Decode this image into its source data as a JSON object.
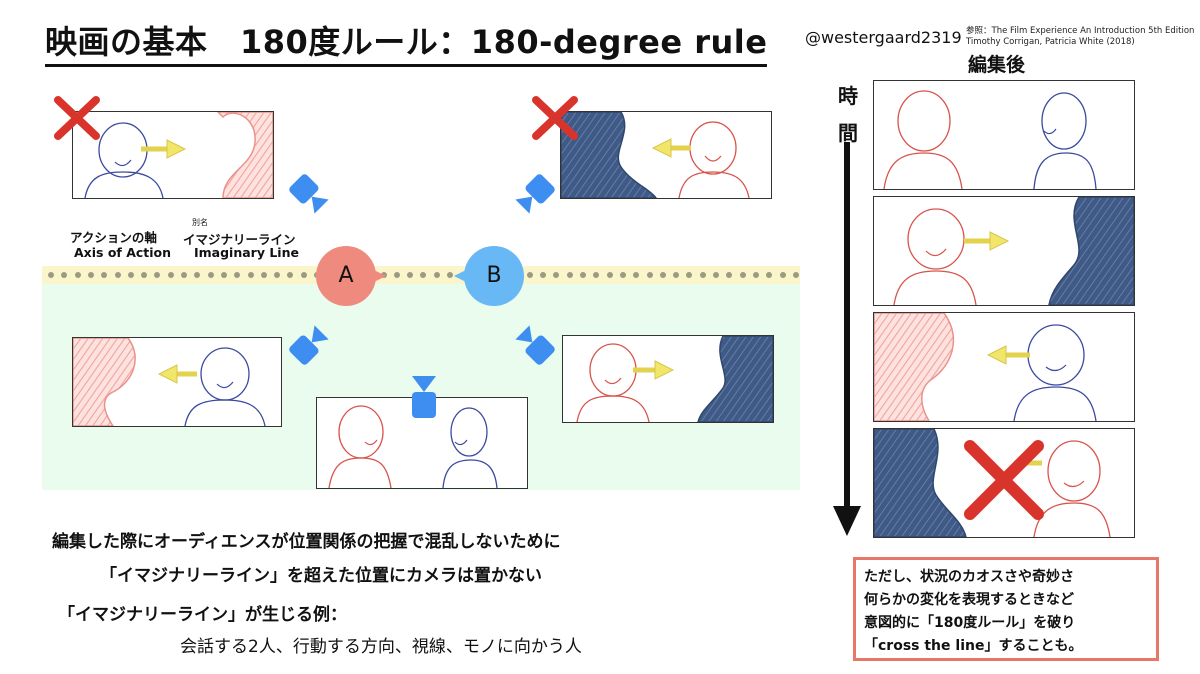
{
  "title": "映画の基本　180度ルール：180-degree rule",
  "handle": "@westergaard2319",
  "reference": {
    "line1": "参照：The Film Experience An Introduction 5th Edition",
    "line2": "Timothy Corrigan, Patricia White (2018)"
  },
  "timeline": {
    "heading": "編集後",
    "time_label_1": "時",
    "time_label_2": "間"
  },
  "axis": {
    "action_jp": "アクションの軸",
    "action_en": "Axis of  Action",
    "alias": "別名",
    "imaginary_jp": "イマジナリーライン",
    "imaginary_en": "Imaginary Line"
  },
  "actors": {
    "a": "A",
    "b": "B"
  },
  "captions": {
    "line1": "編集した際にオーディエンスが位置関係の把握で混乱しないために",
    "line2": "「イマジナリーライン」を超えた位置にカメラは置かない",
    "line3": "「イマジナリーライン」が生じる例：",
    "line4": "会話する2人、行動する方向、視線、モノに向かう人"
  },
  "note": {
    "line1": "ただし、状況のカオスさや奇妙さ",
    "line2": "何らかの変化を表現するときなど",
    "line3": "意図的に「180度ルール」を破り",
    "line4": "「cross the line」することも。"
  },
  "colors": {
    "actor_a": "#ef8a7f",
    "actor_b": "#67b8f5",
    "camera": "#3d8ef0",
    "cross": "#d9342b",
    "axis_band": "#fbf5cc",
    "safe_zone": "#eafcee",
    "note_border": "#e8776a",
    "gaze_arrow": "#f2e66a"
  },
  "icons": [
    "camera-icon",
    "cross-mark-icon",
    "gaze-arrow-icon"
  ]
}
